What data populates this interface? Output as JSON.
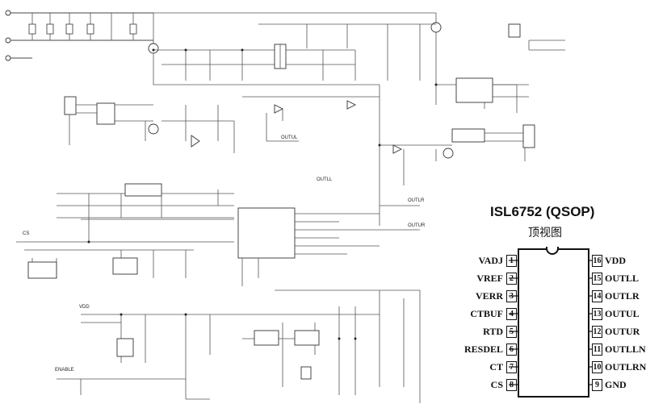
{
  "ic": {
    "title": "ISL6752 (QSOP)",
    "subtitle": "顶视图",
    "left_pins": [
      {
        "num": "1",
        "name": "VADJ"
      },
      {
        "num": "2",
        "name": "VREF"
      },
      {
        "num": "3",
        "name": "VERR"
      },
      {
        "num": "4",
        "name": "CTBUF"
      },
      {
        "num": "5",
        "name": "RTD"
      },
      {
        "num": "6",
        "name": "RESDEL"
      },
      {
        "num": "7",
        "name": "CT"
      },
      {
        "num": "8",
        "name": "CS"
      }
    ],
    "right_pins": [
      {
        "num": "16",
        "name": "VDD"
      },
      {
        "num": "15",
        "name": "OUTLL"
      },
      {
        "num": "14",
        "name": "OUTLR"
      },
      {
        "num": "13",
        "name": "OUTUL"
      },
      {
        "num": "12",
        "name": "OUTUR"
      },
      {
        "num": "11",
        "name": "OUTLLN"
      },
      {
        "num": "10",
        "name": "OUTLRN"
      },
      {
        "num": "9",
        "name": "GND"
      }
    ]
  },
  "schematic": {
    "net_labels": {
      "outul": "OUTUL",
      "outll": "OUTLL",
      "outlr": "OUTLR",
      "outur": "OUTUR",
      "vdd": "VDD",
      "cs": "CS",
      "enable": "ENABLE"
    }
  }
}
